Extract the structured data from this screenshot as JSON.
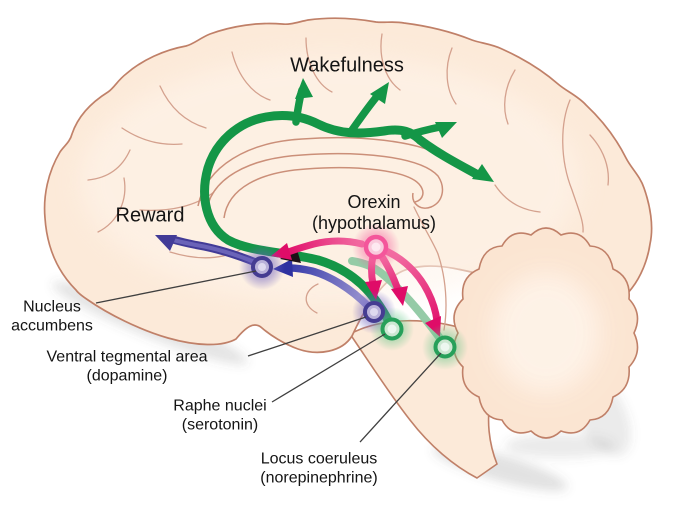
{
  "diagram": {
    "type": "brain-sagittal-pathway-diagram",
    "subject": "Orexin neuron projections from hypothalamus"
  },
  "labels": {
    "wakefulness": "Wakefulness",
    "reward": "Reward",
    "orexin": {
      "line1": "Orexin",
      "line2": "(hypothalamus)"
    },
    "nucleus_accumbens": {
      "line1": "Nucleus",
      "line2": "accumbens"
    },
    "ventral_tegmental_area": {
      "line1": "Ventral tegmental area",
      "line2": "(dopamine)"
    },
    "raphe_nuclei": {
      "line1": "Raphe nuclei",
      "line2": "(serotonin)"
    },
    "locus_coeruleus": {
      "line1": "Locus coeruleus",
      "line2": "(norepinephrine)"
    }
  },
  "nodes": [
    {
      "name": "orexin-hypothalamus",
      "color": "#F4569B"
    },
    {
      "name": "nucleus-accumbens",
      "color": "#453C92"
    },
    {
      "name": "ventral-tegmental-area",
      "color": "#453C92"
    },
    {
      "name": "raphe-nuclei",
      "color": "#27A05A"
    },
    {
      "name": "locus-coeruleus",
      "color": "#27A05A"
    }
  ],
  "pathways": [
    {
      "name": "orexin-projections",
      "color": "#E5156F",
      "targets": [
        "nucleus-accumbens",
        "ventral-tegmental-area",
        "raphe-nuclei",
        "locus-coeruleus"
      ]
    },
    {
      "name": "ascending-arousal-wakefulness",
      "color": "#149647",
      "origin": [
        "raphe-nuclei",
        "locus-coeruleus"
      ],
      "target": "cortex"
    },
    {
      "name": "dopamine-reward",
      "color": "#423B97",
      "origin": "ventral-tegmental-area",
      "target": "nucleus-accumbens"
    }
  ],
  "colors": {
    "brain_fill": "#FCEAD9",
    "brain_outline": "#C08068",
    "sulci": "#D4A18E",
    "green": "#149647",
    "green_light": "#8FC8A2",
    "pink": "#E5156F",
    "blue": "#3136A8",
    "purple": "#423B97",
    "text": "#141414",
    "background": "#FFFFFF"
  }
}
